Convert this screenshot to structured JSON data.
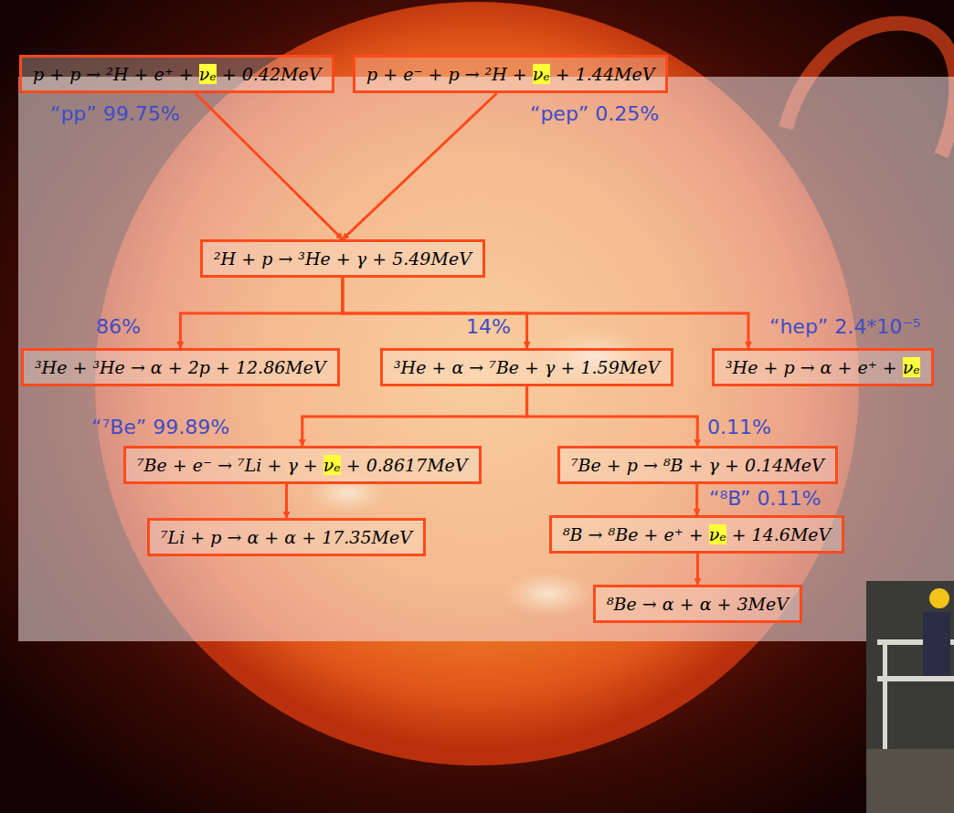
{
  "diagram": {
    "nodes": [
      {
        "text": [
          "p + p → ²H + e⁺ + νₑ + 0.42MeV"
        ]
      },
      {
        "text": [
          "p + e⁻ + p → ²H + νₑ + 1.44MeV"
        ]
      },
      {
        "text": [
          "²H + p → ³He + γ + 5.49MeV"
        ]
      },
      {
        "text": [
          "³He + ³He → α + 2p + 12.86MeV"
        ]
      },
      {
        "text": [
          "³He + α → ⁷Be + γ + 1.59MeV"
        ]
      },
      {
        "text": [
          "³He + p → α + e⁺ + νₑ"
        ]
      },
      {
        "text": [
          "⁷Be + e⁻ → ⁷Li + γ + νₑ + 0.8617MeV"
        ]
      },
      {
        "text": [
          "⁷Be + p → ⁸B + γ + 0.14MeV"
        ]
      },
      {
        "text": [
          "⁷Li + p → α + α + 17.35MeV"
        ]
      },
      {
        "text": [
          "⁸B → ⁸Be + e⁺ + νₑ + 14.6MeV"
        ]
      },
      {
        "text": [
          "⁸Be → α + α + 3MeV"
        ]
      }
    ],
    "edges": [
      {
        "from": 0,
        "to": 2,
        "arrow": "to"
      },
      {
        "from": 1,
        "to": 2,
        "arrow": "to"
      },
      {
        "from": 2,
        "to": 3,
        "arrow": "to"
      },
      {
        "from": 2,
        "to": 4,
        "arrow": "to"
      },
      {
        "from": 2,
        "to": 5,
        "arrow": "to"
      },
      {
        "from": 4,
        "to": 6,
        "arrow": "to"
      },
      {
        "from": 4,
        "to": 7,
        "arrow": "to"
      },
      {
        "from": 6,
        "to": 8,
        "arrow": "to"
      },
      {
        "from": 7,
        "to": 9,
        "arrow": "to"
      },
      {
        "from": 9,
        "to": 10,
        "arrow": "to"
      }
    ],
    "labels": [
      "“pp” 99.75%",
      "“pep” 0.25%",
      "86%",
      "14%",
      "“hep” 2.4*10⁻⁵",
      "“⁷Be” 99.89%",
      "0.11%",
      "“⁸B” 0.11%"
    ]
  }
}
